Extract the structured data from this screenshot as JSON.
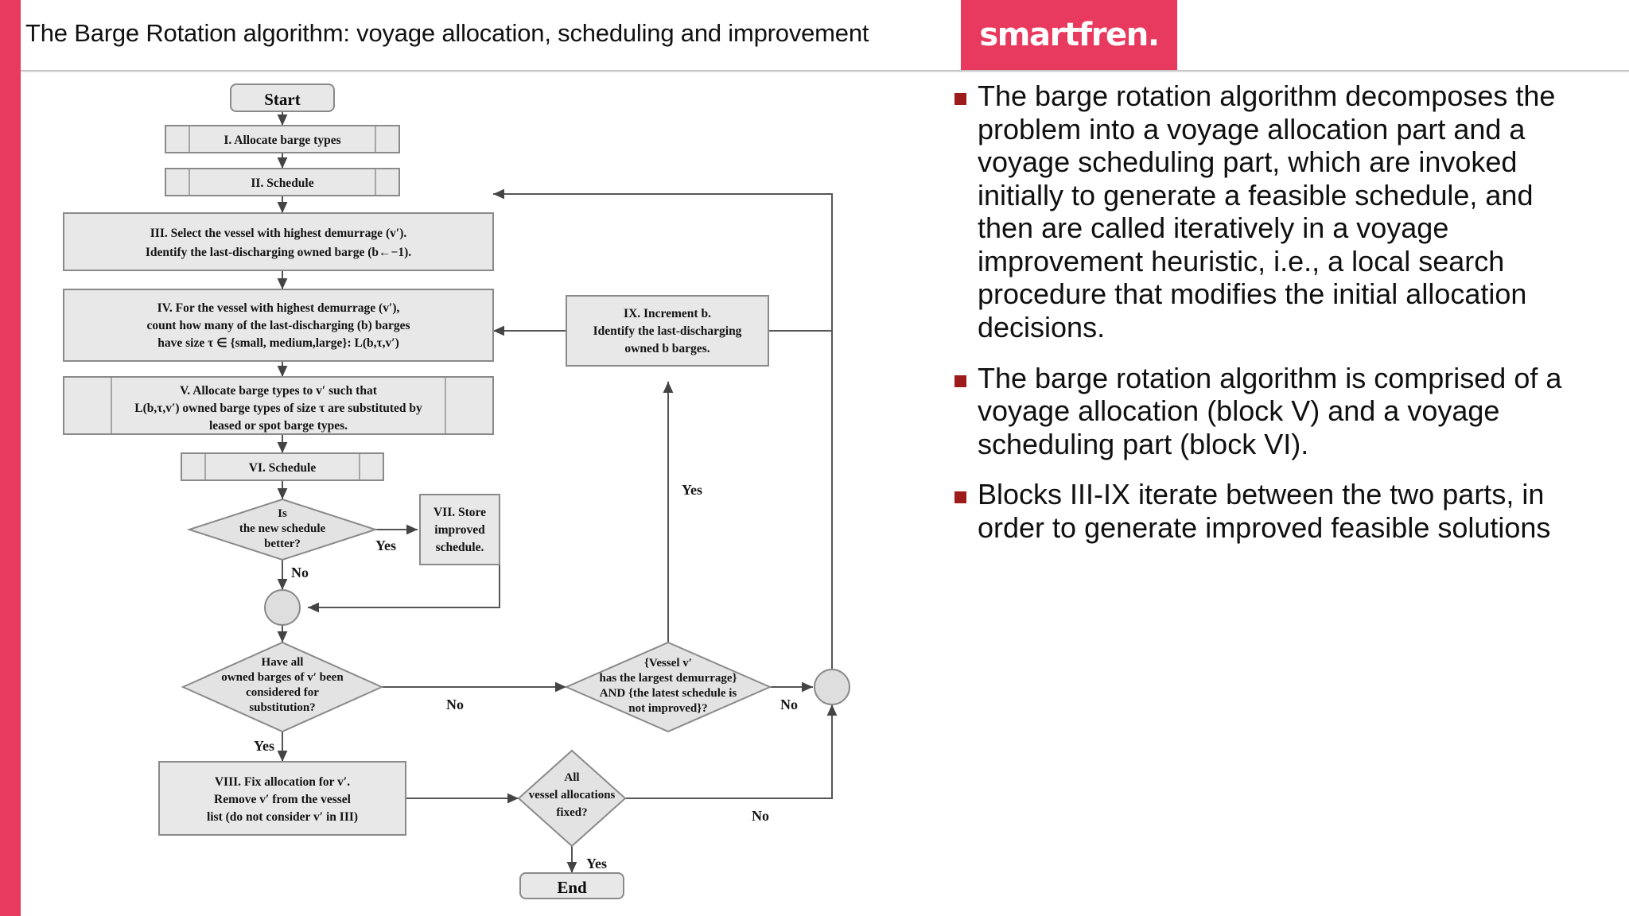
{
  "header": {
    "title": "The Barge Rotation algorithm: voyage allocation, scheduling and improvement",
    "brand": "smartfren.",
    "accent_color": "#e8395e"
  },
  "bullets": [
    {
      "marker": "square-bullet",
      "text": "The barge rotation algorithm decomposes the problem into a voyage allocation part and a voyage scheduling part, which are invoked initially to generate a feasible schedule, and then are called iteratively in a voyage improvement heuristic, i.e., a local search procedure that modifies the initial allocation decisions."
    },
    {
      "marker": "square-bullet",
      "text": "The barge rotation algorithm is comprised of a voyage allocation (block V) and a voyage scheduling part (block VI)."
    },
    {
      "marker": "square-bullet",
      "text": "Blocks III-IX iterate between the two parts, in order to generate improved feasible solutions"
    }
  ],
  "bullet_color": "#9e1b1b",
  "flowchart": {
    "nodes": {
      "start": "Start",
      "end": "End",
      "block1": "I. Allocate barge types",
      "block2": "II. Schedule",
      "block3_line1": "III. Select the vessel with highest demurrage (v′).",
      "block3_line2": "Identify the last-discharging owned barge (b←−1).",
      "block4_line1": "IV. For the vessel with highest demurrage (v′),",
      "block4_line2": "count how many of the last-discharging (b) barges",
      "block4_line3": "have size τ ∈ {small, medium,large}: L(b,τ,v′)",
      "block5_line1": "V. Allocate barge types to v′ such that",
      "block5_line2": "L(b,τ,v′) owned barge types of size τ are substituted by",
      "block5_line3": "leased or spot barge types.",
      "block6": "VI. Schedule",
      "block7_line1": "VII. Store",
      "block7_line2": "improved",
      "block7_line3": "schedule.",
      "block8_line1": "VIII. Fix allocation for v′.",
      "block8_line2": "Remove v′ from the vessel",
      "block8_line3": "list (do not consider v′ in III)",
      "block9_line1": "IX. Increment b.",
      "block9_line2": "Identify the last-discharging",
      "block9_line3": "owned b barges.",
      "decision1_line1": "Is",
      "decision1_line2": "the new schedule",
      "decision1_line3": "better?",
      "decision2_line1": "Have all",
      "decision2_line2": "owned barges of v′ been",
      "decision2_line3": "considered for",
      "decision2_line4": "substitution?",
      "decision3_line1": "{Vessel v′",
      "decision3_line2": "has the largest demurrage}",
      "decision3_line3": "AND {the latest schedule is",
      "decision3_line4": "not improved}?",
      "decision4_line1": "All",
      "decision4_line2": "vessel allocations",
      "decision4_line3": "fixed?"
    },
    "edge_labels": {
      "d1_yes": "Yes",
      "d1_no": "No",
      "d2_yes": "Yes",
      "d2_no": "No",
      "d3_yes": "Yes",
      "d3_no": "No",
      "d4_yes": "Yes",
      "d4_no": "No"
    }
  }
}
